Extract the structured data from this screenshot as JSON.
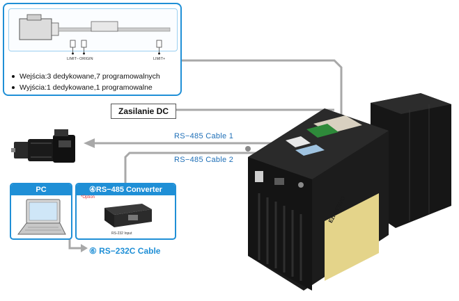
{
  "info_panel": {
    "limit_minus": "LIMIT−",
    "origin": "ORIGIN",
    "limit_plus": "LIMIT+",
    "inputs_text": "Wejścia:3 dedykowane,7 programowalnych",
    "outputs_text": "Wyjścia:1 dedykowane,1 programowalne"
  },
  "dc_label": "Zasilanie DC",
  "cable1": "RS−485 Cable 1",
  "cable2": "RS−485 Cable 2",
  "pc_box": {
    "title": "PC"
  },
  "converter_box": {
    "title": "④RS−485 Converter",
    "option": "*Option",
    "rs232_input": "RS-232 Input"
  },
  "rs232_cable": "⑥ RS−232C Cable",
  "drive": {
    "brand": "Ezi-SERVO"
  },
  "colors": {
    "accent": "#1f8fd6",
    "cable_gray": "#a0a0a0",
    "title_blue": "#1e6fb7"
  }
}
